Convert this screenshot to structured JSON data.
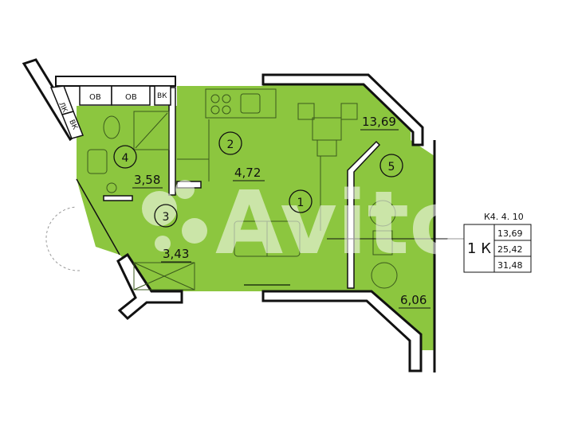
{
  "colors": {
    "floor": "#8cc63f",
    "wall": "#111111",
    "line": "#2b2b2b",
    "background": "#ffffff",
    "watermark": "#ffffff"
  },
  "rooms": [
    {
      "number": "1",
      "area": "13,69"
    },
    {
      "number": "2",
      "area": "4,72"
    },
    {
      "number": "3",
      "area": "3,43"
    },
    {
      "number": "4",
      "area": "3,58"
    },
    {
      "number": "5",
      "area": "6,06"
    }
  ],
  "utility_labels": {
    "ob1": "ОВ",
    "ob2": "ОВ",
    "vk_top": "ВК",
    "lk": "ЛК",
    "vk_side": "ВК"
  },
  "info_table": {
    "code": "К4. 4. 10",
    "type": "1 К",
    "rows": [
      "13,69",
      "25,42",
      "31,48"
    ]
  },
  "watermark": {
    "text": "Avito",
    "icon": "avito-dots-icon"
  }
}
